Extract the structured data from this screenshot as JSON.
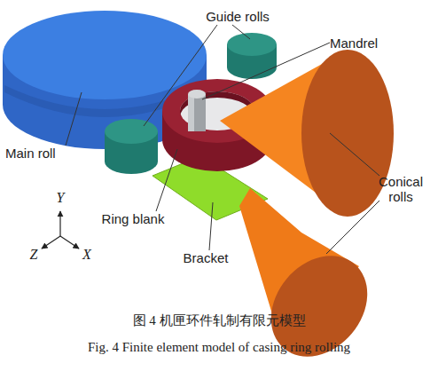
{
  "diagram": {
    "caption": "图 4 机匣环件轧制有限元模型",
    "labels": [
      "Guide rolls",
      "Mandrel",
      "Main roll",
      "Conical rolls",
      "Ring blank",
      "Bracket",
      "Y",
      "Z",
      "X",
      "Fig. 4 Finite element model of casing ring rolling"
    ]
  }
}
